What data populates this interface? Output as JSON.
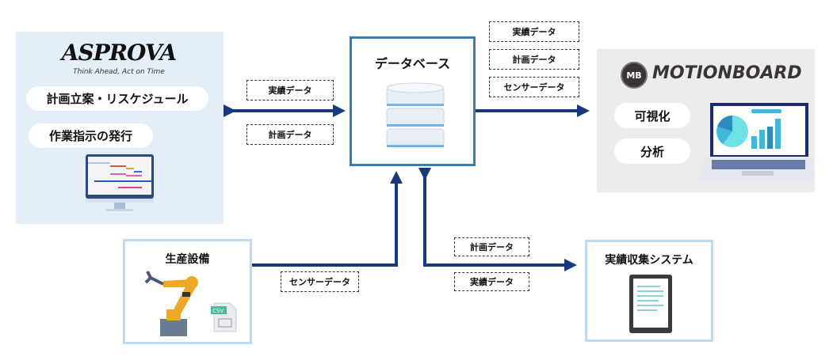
{
  "asprova": {
    "logo": "ASPROVA",
    "tagline": "Think Ahead, Act on Time",
    "pills": [
      "計画立案・リスケジュール",
      "作業指示の発行"
    ]
  },
  "database": {
    "title": "データベース"
  },
  "motionboard": {
    "logo": "MOTIONBOARD",
    "badge": "MB",
    "pills": [
      "可視化",
      "分析"
    ]
  },
  "equipment": {
    "title": "生産設備",
    "file_label": "CSV"
  },
  "collection": {
    "title": "実績収集システム"
  },
  "flows": {
    "asprova_db": [
      "実績データ",
      "計画データ"
    ],
    "db_motionboard": [
      "実績データ",
      "計画データ",
      "センサーデータ"
    ],
    "equipment_db": "センサーデータ",
    "db_collection": [
      "計画データ",
      "実績データ"
    ]
  },
  "colors": {
    "arrow": "#163a7c",
    "db_border": "#2e7fb8",
    "box_border": "#bcdcf6"
  }
}
